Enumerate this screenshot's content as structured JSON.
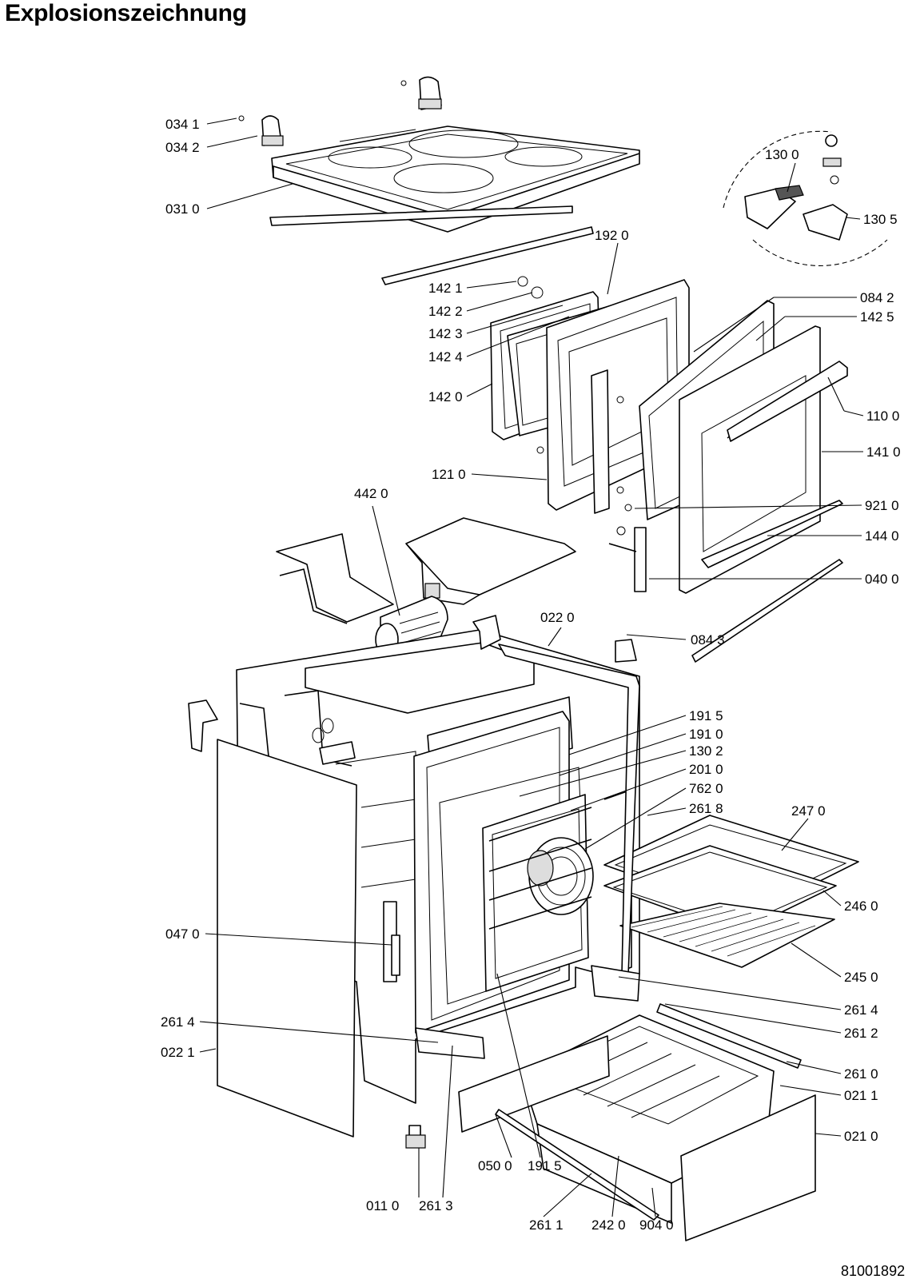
{
  "title": "Explosionszeichnung",
  "document_number": "81001892",
  "callouts": [
    {
      "id": "c-0341",
      "text": "034 1"
    },
    {
      "id": "c-0342",
      "text": "034 2"
    },
    {
      "id": "c-0310",
      "text": "031 0"
    },
    {
      "id": "c-1300",
      "text": "130 0"
    },
    {
      "id": "c-1305",
      "text": "130 5"
    },
    {
      "id": "c-1920",
      "text": "192 0"
    },
    {
      "id": "c-1421",
      "text": "142 1"
    },
    {
      "id": "c-1422",
      "text": "142 2"
    },
    {
      "id": "c-1423",
      "text": "142 3"
    },
    {
      "id": "c-1424",
      "text": "142 4"
    },
    {
      "id": "c-1420",
      "text": "142 0"
    },
    {
      "id": "c-0842",
      "text": "084 2"
    },
    {
      "id": "c-1425",
      "text": "142 5"
    },
    {
      "id": "c-1100",
      "text": "110 0"
    },
    {
      "id": "c-1410",
      "text": "141 0"
    },
    {
      "id": "c-1210",
      "text": "121 0"
    },
    {
      "id": "c-9210",
      "text": "921 0"
    },
    {
      "id": "c-1440",
      "text": "144 0"
    },
    {
      "id": "c-0400",
      "text": "040 0"
    },
    {
      "id": "c-4420",
      "text": "442 0"
    },
    {
      "id": "c-0220",
      "text": "022 0"
    },
    {
      "id": "c-0843",
      "text": "084 3"
    },
    {
      "id": "c-1915a",
      "text": "191 5"
    },
    {
      "id": "c-1910",
      "text": "191 0"
    },
    {
      "id": "c-1302",
      "text": "130 2"
    },
    {
      "id": "c-2010",
      "text": "201 0"
    },
    {
      "id": "c-7620",
      "text": "762 0"
    },
    {
      "id": "c-2618",
      "text": "261 8"
    },
    {
      "id": "c-2470",
      "text": "247 0"
    },
    {
      "id": "c-2460",
      "text": "246 0"
    },
    {
      "id": "c-0470",
      "text": "047 0"
    },
    {
      "id": "c-2450",
      "text": "245 0"
    },
    {
      "id": "c-2614a",
      "text": "261 4"
    },
    {
      "id": "c-2612",
      "text": "261 2"
    },
    {
      "id": "c-2614b",
      "text": "261 4"
    },
    {
      "id": "c-0221",
      "text": "022 1"
    },
    {
      "id": "c-2610",
      "text": "261 0"
    },
    {
      "id": "c-0211",
      "text": "021 1"
    },
    {
      "id": "c-0210",
      "text": "021 0"
    },
    {
      "id": "c-0500",
      "text": "050 0"
    },
    {
      "id": "c-1915b",
      "text": "191 5"
    },
    {
      "id": "c-0110",
      "text": "011 0"
    },
    {
      "id": "c-2613",
      "text": "261 3"
    },
    {
      "id": "c-2611",
      "text": "261 1"
    },
    {
      "id": "c-2420",
      "text": "242 0"
    },
    {
      "id": "c-9040",
      "text": "904 0"
    }
  ]
}
